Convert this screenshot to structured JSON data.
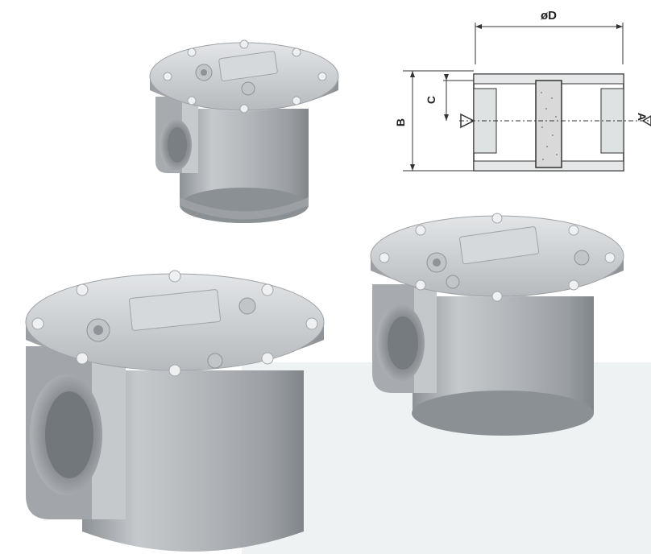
{
  "drawing": {
    "diameter_label": "øD",
    "height_label": "B",
    "offset_label": "C",
    "axis_label": "A"
  },
  "colors": {
    "metal_light": "#d9dcde",
    "metal_mid": "#b3b7ba",
    "metal_dark": "#7d8286",
    "band": "#eef2f3",
    "line": "#333333"
  }
}
